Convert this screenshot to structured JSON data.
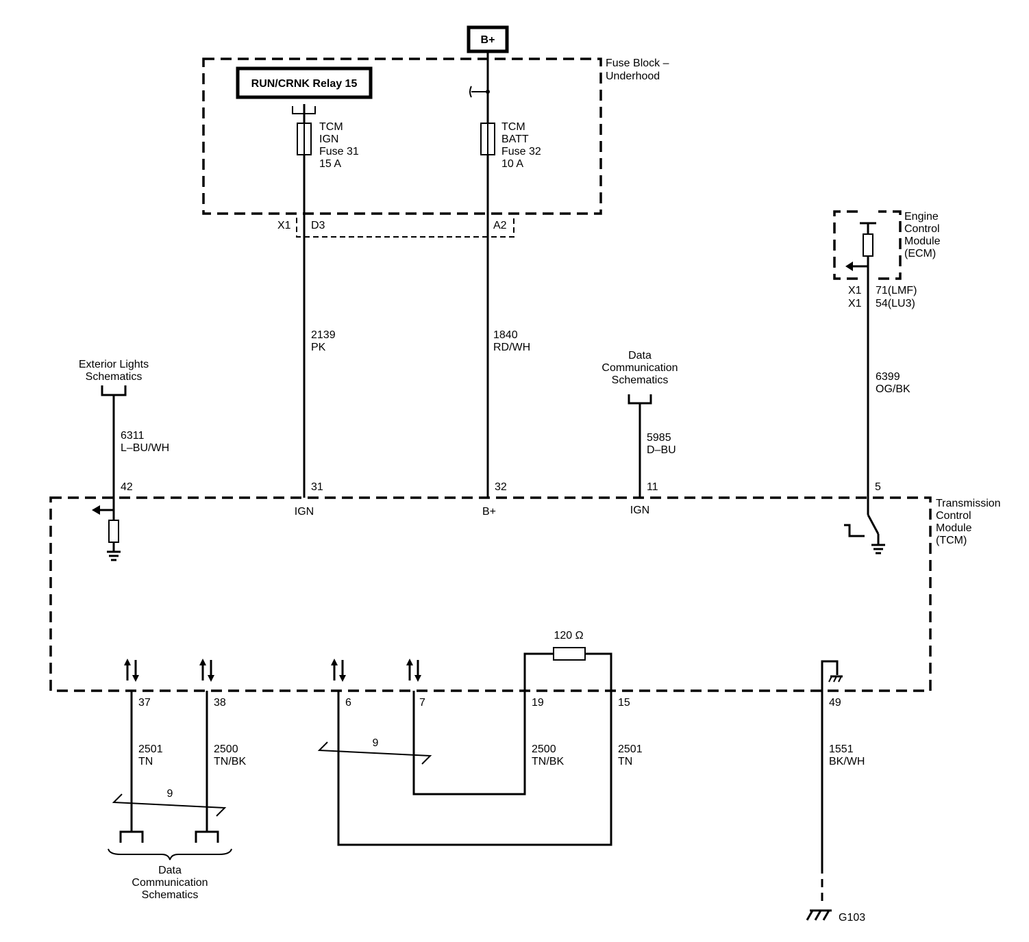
{
  "power": {
    "bplus": "B+"
  },
  "fuse_block": {
    "title_line1": "Fuse Block –",
    "title_line2": "Underhood",
    "relay": "RUN/CRNK Relay 15",
    "fuse31": [
      "TCM",
      "IGN",
      "Fuse 31",
      "15 A"
    ],
    "fuse32": [
      "TCM",
      "BATT",
      "Fuse 32",
      "10 A"
    ],
    "connector": "X1",
    "pin_d3": "D3",
    "pin_a2": "A2"
  },
  "ecm": {
    "title": [
      "Engine",
      "Control",
      "Module",
      "(ECM)"
    ],
    "conn1": "X1",
    "conn2": "X1",
    "pin1": "71(LMF)",
    "pin2": "54(LU3)"
  },
  "tcm": {
    "title": [
      "Transmission",
      "Control",
      "Module",
      "(TCM)"
    ],
    "label_ign1": "IGN",
    "label_bplus": "B+",
    "label_ign2": "IGN",
    "resistor": "120 Ω"
  },
  "refs": {
    "exterior": [
      "Exterior Lights",
      "Schematics"
    ],
    "datacomm_top": [
      "Data",
      "Communication",
      "Schematics"
    ],
    "datacomm_bottom": [
      "Data",
      "Communication",
      "Schematics"
    ]
  },
  "wires": {
    "w2139": [
      "2139",
      "PK"
    ],
    "w1840": [
      "1840",
      "RD/WH"
    ],
    "w6311": [
      "6311",
      "L–BU/WH"
    ],
    "w5985": [
      "5985",
      "D–BU"
    ],
    "w6399": [
      "6399",
      "OG/BK"
    ],
    "w2501a": [
      "2501",
      "TN"
    ],
    "w2500a": [
      "2500",
      "TN/BK"
    ],
    "w2500b": [
      "2500",
      "TN/BK"
    ],
    "w2501b": [
      "2501",
      "TN"
    ],
    "w1551": [
      "1551",
      "BK/WH"
    ]
  },
  "pins": {
    "p42": "42",
    "p31": "31",
    "p32": "32",
    "p11": "11",
    "p5": "5",
    "p37": "37",
    "p38": "38",
    "p6": "6",
    "p7": "7",
    "p19": "19",
    "p15": "15",
    "p49": "49"
  },
  "twist": {
    "t1": "9",
    "t2": "9"
  },
  "ground": {
    "g103": "G103"
  }
}
